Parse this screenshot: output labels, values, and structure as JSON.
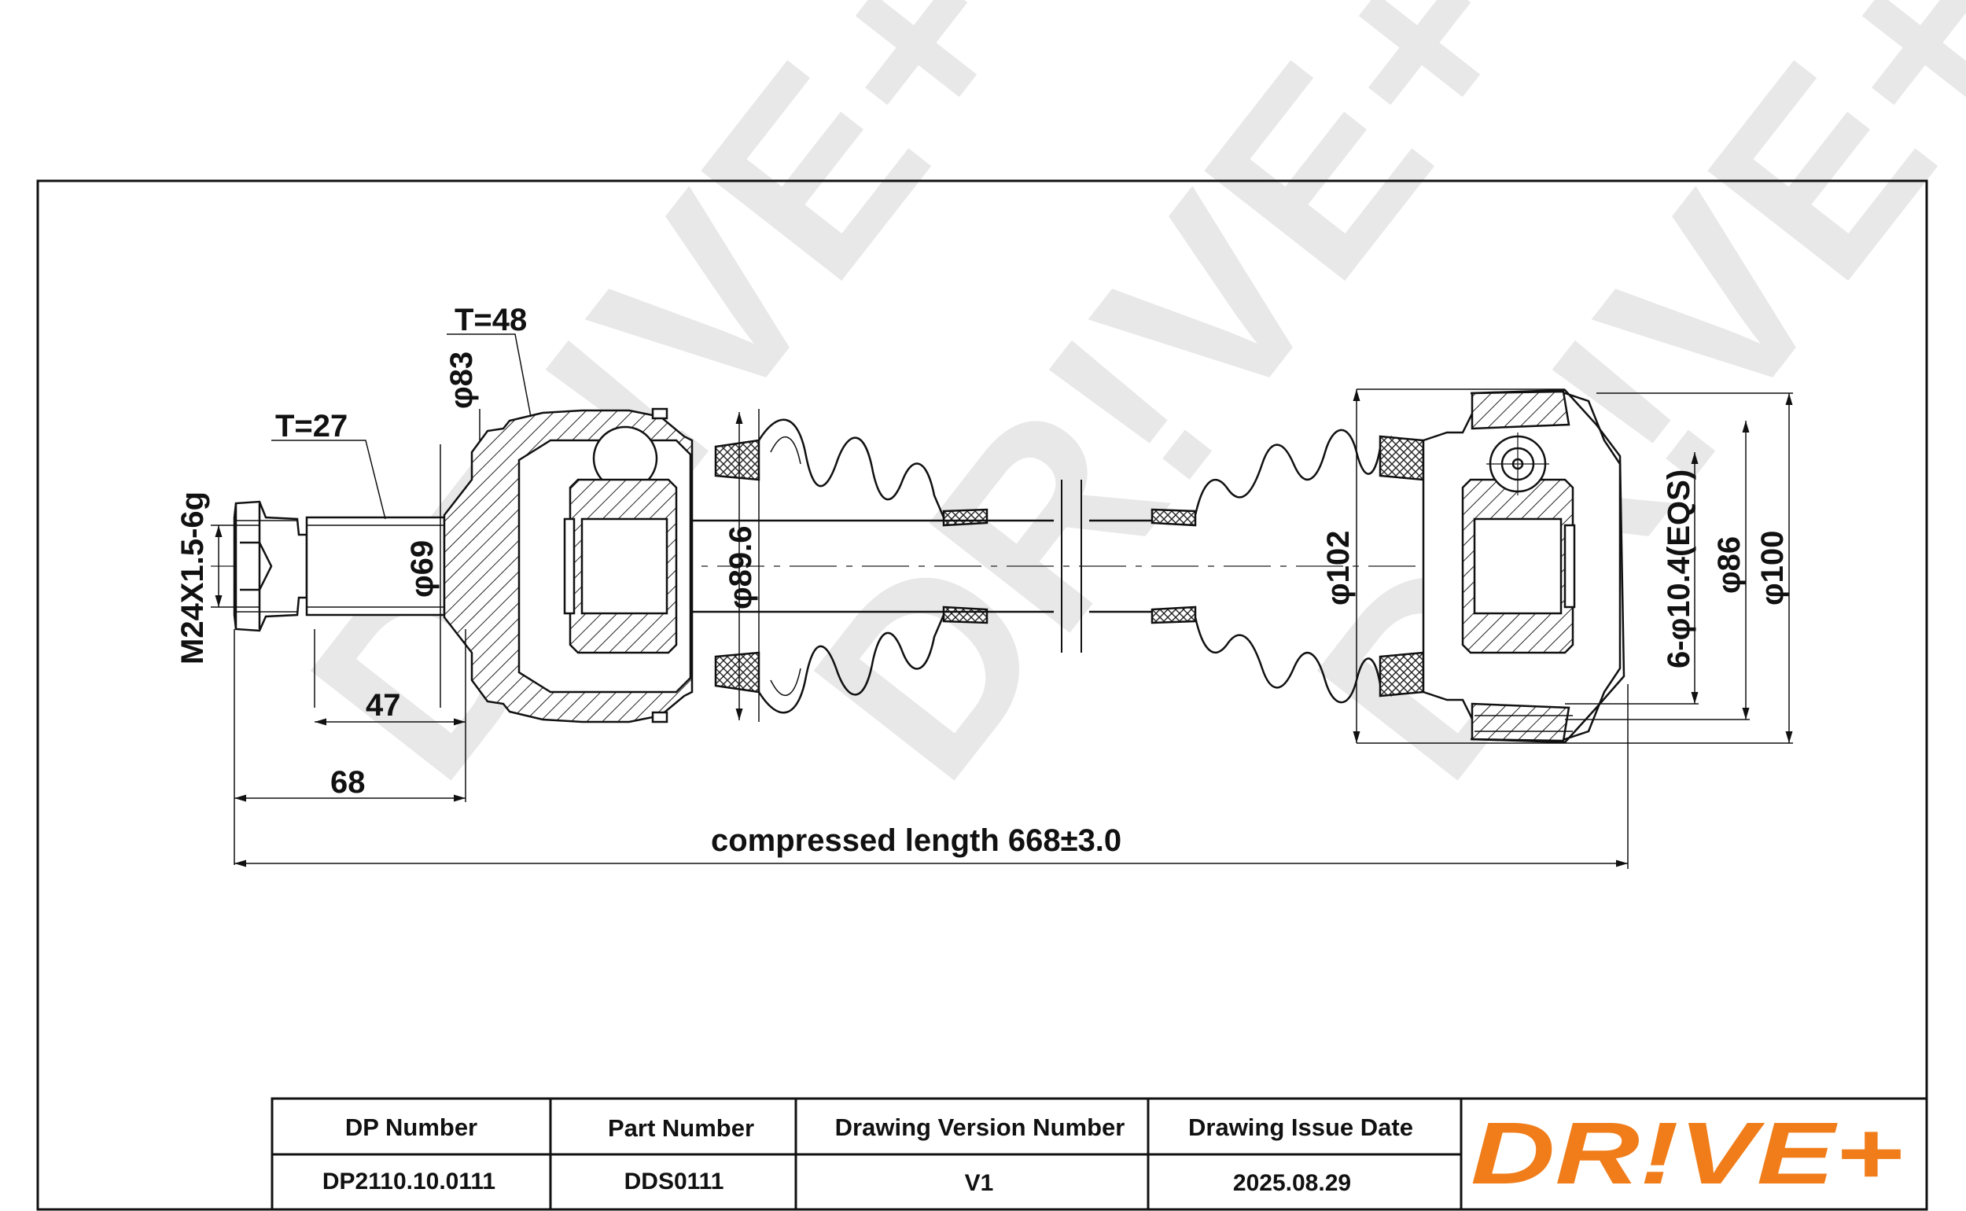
{
  "dimensions": {
    "thread": "M24X1.5-6g",
    "teeth_inner": "T=27",
    "teeth_outer": "T=48",
    "dia_83": "φ83",
    "dia_69": "φ69",
    "dia_89_6": "φ89.6",
    "dia_102": "φ102",
    "bolt_holes": "6-φ10.4(EQS)",
    "dia_86": "φ86",
    "dia_100": "φ100",
    "len_47": "47",
    "len_68": "68",
    "compressed_length": "compressed length 668±3.0"
  },
  "title_block": {
    "headers": [
      "DP Number",
      "Part Number",
      "Drawing Version Number",
      "Drawing Issue Date"
    ],
    "values": [
      "DP2110.10.0111",
      "DDS0111",
      "V1",
      "2025.08.29"
    ]
  },
  "logo": {
    "text": "DR!VE+",
    "color": "#f07d1a"
  },
  "watermark": {
    "text": "DR!VE+",
    "color": "#e6e6e6"
  }
}
